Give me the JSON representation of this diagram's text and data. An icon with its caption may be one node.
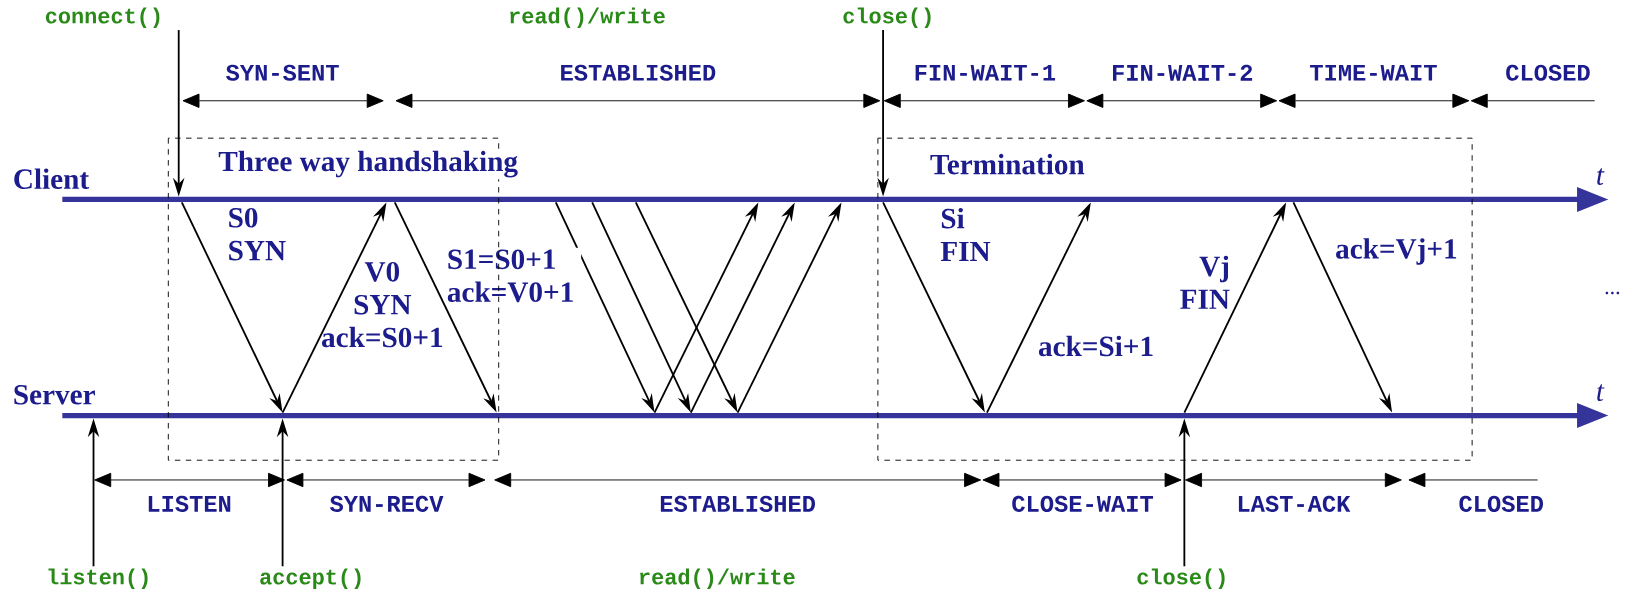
{
  "diagram": {
    "nodes": [
      {
        "text": [
          "connect()"
        ]
      },
      {
        "text": [
          "read()/write"
        ]
      },
      {
        "text": [
          "close()"
        ]
      },
      {
        "text": [
          "Client"
        ]
      },
      {
        "text": [
          "Server"
        ]
      },
      {
        "text": [
          "listen()"
        ]
      },
      {
        "text": [
          "accept()"
        ]
      },
      {
        "text": [
          "read()/write"
        ]
      },
      {
        "text": [
          "close()"
        ]
      }
    ],
    "edges": [
      {
        "from": 0,
        "to": 3,
        "arrow": "to"
      },
      {
        "from": 2,
        "to": 3,
        "arrow": "to"
      },
      {
        "from": 3,
        "to": 4,
        "arrow": "to",
        "label": "S0 SYN"
      },
      {
        "from": 4,
        "to": 3,
        "arrow": "to",
        "label": "V0 SYN ack=S0+1"
      },
      {
        "from": 3,
        "to": 4,
        "arrow": "to",
        "label": "S1=S0+1 ack=V0+1"
      },
      {
        "from": 3,
        "to": 4,
        "arrow": "to"
      },
      {
        "from": 3,
        "to": 4,
        "arrow": "to"
      },
      {
        "from": 3,
        "to": 4,
        "arrow": "to"
      },
      {
        "from": 4,
        "to": 3,
        "arrow": "to"
      },
      {
        "from": 4,
        "to": 3,
        "arrow": "to"
      },
      {
        "from": 4,
        "to": 3,
        "arrow": "to"
      },
      {
        "from": 3,
        "to": 4,
        "arrow": "to",
        "label": "Si FIN"
      },
      {
        "from": 4,
        "to": 3,
        "arrow": "to",
        "label": "ack=Si+1"
      },
      {
        "from": 4,
        "to": 3,
        "arrow": "to",
        "label": "Vj FIN"
      },
      {
        "from": 3,
        "to": 4,
        "arrow": "to",
        "label": "ack=Vj+1"
      },
      {
        "from": 5,
        "to": 4,
        "arrow": "to"
      },
      {
        "from": 6,
        "to": 4,
        "arrow": "to"
      },
      {
        "from": 8,
        "to": 4,
        "arrow": "to"
      }
    ],
    "labels": [
      "SYN-SENT",
      "ESTABLISHED",
      "FIN-WAIT-1",
      "FIN-WAIT-2",
      "TIME-WAIT",
      "CLOSED",
      "Three way handshaking",
      "Termination",
      "t",
      "...",
      "t",
      "LISTEN",
      "SYN-RECV",
      "ESTABLISHED",
      "CLOSE-WAIT",
      "LAST-ACK",
      "CLOSED"
    ]
  }
}
